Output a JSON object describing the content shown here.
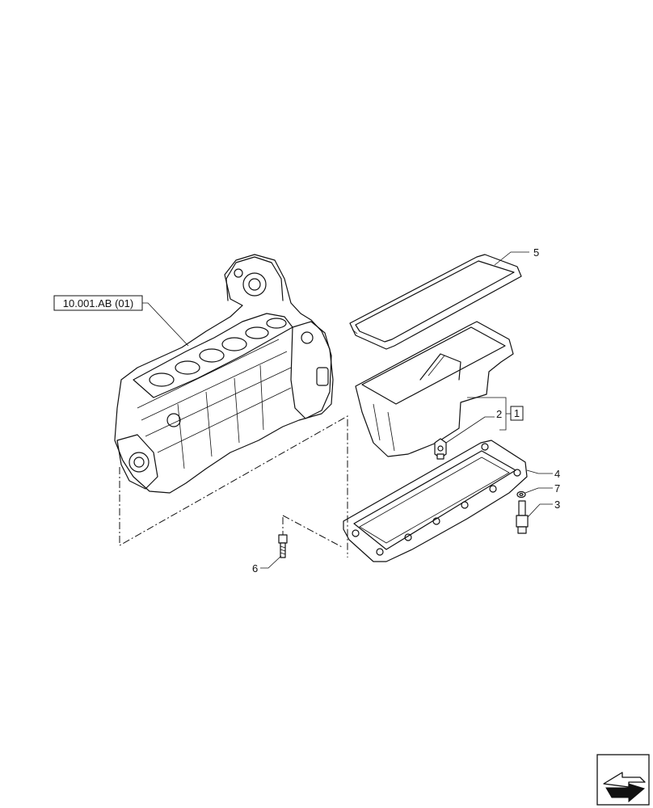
{
  "reference_label": "10.001.AB (01)",
  "callouts": {
    "c1": "1",
    "c2": "2",
    "c3": "3",
    "c4": "4",
    "c5": "5",
    "c6": "6",
    "c7": "7"
  },
  "nav_icon": "next-page-arrow-icon"
}
